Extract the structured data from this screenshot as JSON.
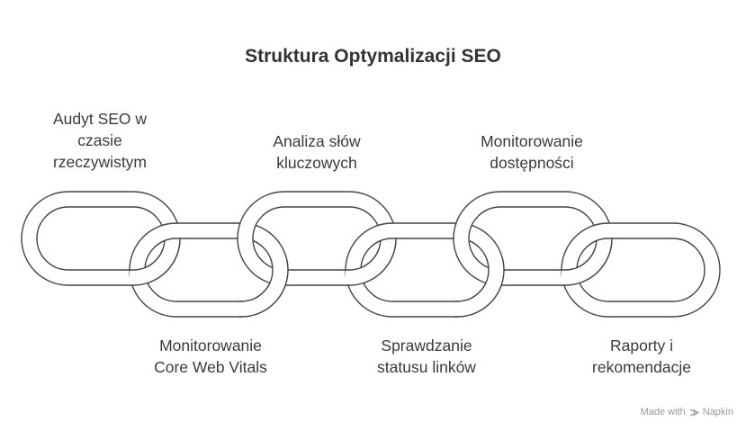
{
  "title": "Struktura Optymalizacji SEO",
  "links": [
    {
      "id": "audit",
      "lines": [
        "Audyt SEO w",
        "czasie",
        "rzeczywistym"
      ],
      "position": "top"
    },
    {
      "id": "cwv",
      "lines": [
        "Monitorowanie",
        "Core Web Vitals"
      ],
      "position": "bottom"
    },
    {
      "id": "keywords",
      "lines": [
        "Analiza słów",
        "kluczowych"
      ],
      "position": "top"
    },
    {
      "id": "links-status",
      "lines": [
        "Sprawdzanie",
        "statusu linków"
      ],
      "position": "bottom"
    },
    {
      "id": "availability",
      "lines": [
        "Monitorowanie",
        "dostępności"
      ],
      "position": "top"
    },
    {
      "id": "reports",
      "lines": [
        "Raporty i",
        "rekomendacje"
      ],
      "position": "bottom"
    }
  ],
  "brand": {
    "prefix": "Made with",
    "name": "Napkin",
    "icon": "napkin-logo-icon"
  },
  "colors": {
    "stroke": "#444444",
    "fill": "#ffffff",
    "text": "#3a3a3a",
    "title": "#333333"
  }
}
